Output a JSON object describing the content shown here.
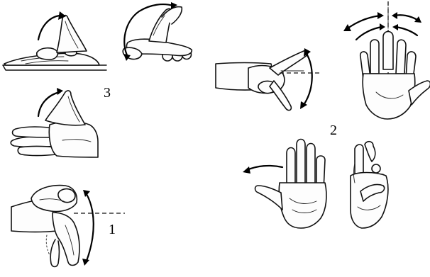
{
  "figure": {
    "labels": {
      "group_1": "1",
      "group_2": "2",
      "group_3": "3"
    },
    "icons": [
      "hand-flat-thumb-raise-icon",
      "hand-side-thumb-swing-icon",
      "hand-back-thumb-raise-icon",
      "wrist-flexion-hand-icon",
      "hand-thumb-abduction-icon",
      "hand-finger-spread-icon",
      "palm-thumb-reach-icon",
      "hand-thumb-opposition-icon"
    ]
  }
}
